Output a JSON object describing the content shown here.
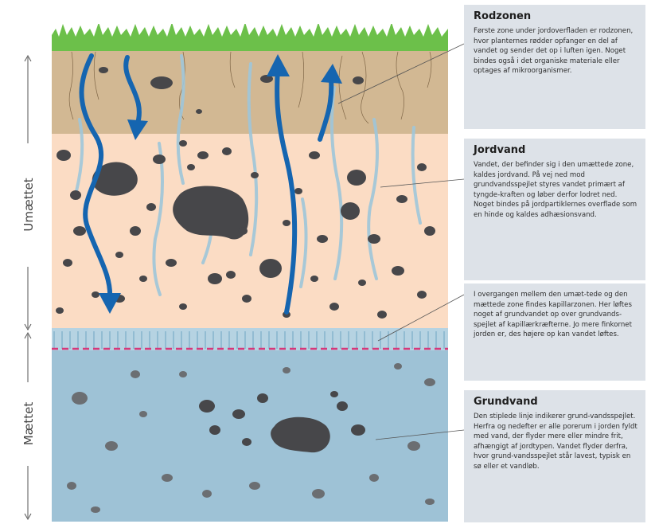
{
  "side_labels": {
    "unsaturated": "Umættet",
    "saturated": "Mættet"
  },
  "boxes": {
    "rodzonen": {
      "title": "Rodzonen",
      "text": "Første zone under jordoverfladen er rodzonen, hvor planternes rødder opfanger en del af vandet og sender det op i luften igen. Noget bindes også i det organiske materiale eller optages af mikroorganismer."
    },
    "jordvand": {
      "title": "Jordvand",
      "text": "Vandet, der befinder sig i den umættede zone, kaldes jordvand. På vej ned mod grundvandsspejlet styres vandet primært af tyngde-kraften og løber derfor lodret ned. Noget bindes på jordpartiklernes overflade som en hinde og kaldes adhæsionsvand."
    },
    "kapillar": {
      "text": "I overgangen mellem den umæt-tede og den mættede zone findes kapillarzonen. Her løftes noget af grundvandet op over grundvands-spejlet af kapillærkræfterne. Jo mere finkornet jorden er, des højere op kan vandet løftes."
    },
    "grundvand": {
      "title": "Grundvand",
      "text": "Den stiplede linje indikerer grund-vandsspejlet. Herfra og nedefter er alle porerum i jorden fyldt med vand, der flyder mere eller mindre frit, afhængigt af jordtypen. Vandet flyder derfra, hvor grund-vandsspejlet står lavest, typisk en sø eller et vandløb."
    }
  },
  "colors": {
    "grass": "#6cc04a",
    "root_zone": "#d2b893",
    "unsaturated_zone": "#fbdcc4",
    "saturated_zone": "#9ec2d6",
    "water_table_line": "#d6387a",
    "arrows": "#1565b0",
    "stones": "#47474a",
    "box": "#dde2e8"
  }
}
